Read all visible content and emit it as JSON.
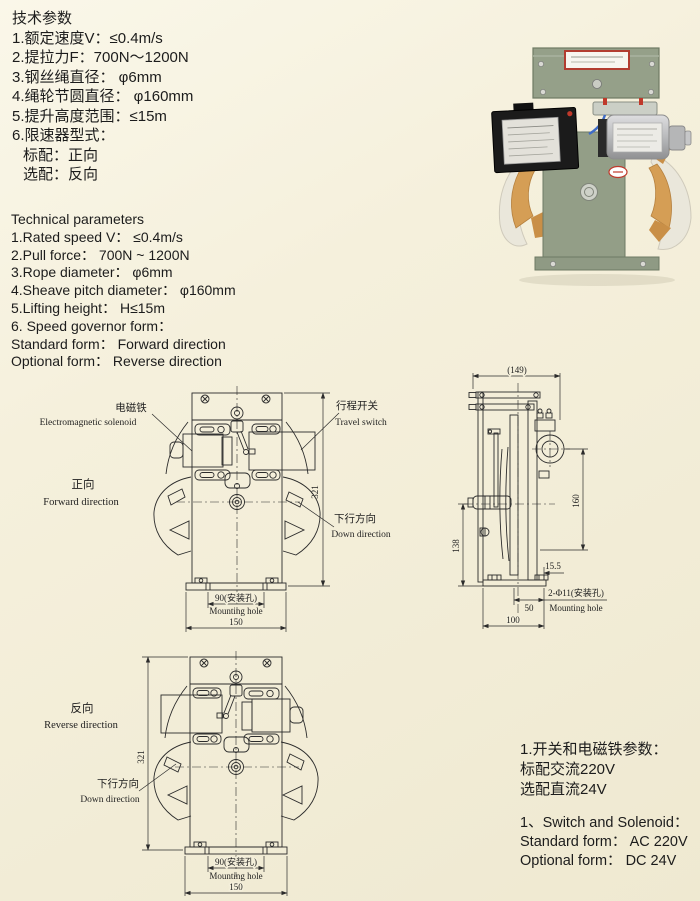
{
  "colors": {
    "page_bg": "#f5f0dc",
    "ink": "#1c1c1c",
    "line": "#2b2b2b",
    "machine_body": "#95a089",
    "machine_edge": "#6e7a64",
    "sheave_orange": "#d59e55",
    "label_red": "#c0392b"
  },
  "cn_params": {
    "title": "技术参数",
    "lines": [
      "1.额定速度V：≤0.4m/s",
      "2.提拉力F：700N～1200N",
      "3.钢丝绳直径： φ6mm",
      "4.绳轮节圆直径： φ160mm",
      "5.提升高度范围：≤15m",
      "6.限速器型式：",
      "标配：正向",
      "选配：反向"
    ]
  },
  "en_params": {
    "title": "Technical parameters",
    "lines": [
      "1.Rated speed V： ≤0.4m/s",
      "2.Pull force： 700N ~ 1200N",
      "3.Rope diameter： φ6mm",
      "4.Sheave pitch diameter： φ160mm",
      "5.Lifting height： H≤15m",
      "6. Speed governor form：",
      "Standard form： Forward direction",
      "Optional form： Reverse direction"
    ]
  },
  "forward_drawing": {
    "label_solenoid_cn": "电磁铁",
    "label_solenoid_en": "Electromagnetic solenoid",
    "label_travel_cn": "行程开关",
    "label_travel_en": "Travel switch",
    "label_dir_cn": "正向",
    "label_dir_en": "Forward direction",
    "label_down_cn": "下行方向",
    "label_down_en": "Down direction",
    "dim_height": "321",
    "dim_hole": "90(安装孔)",
    "dim_hole_en": "Mounting hole",
    "dim_width": "150"
  },
  "side_drawing": {
    "dim_depth": "(149)",
    "dim_160": "160",
    "dim_138": "138",
    "dim_15_5": "15.5",
    "dim_holes": "2-Φ11(安装孔)",
    "dim_holes_en": "Mounting hole",
    "dim_50": "50",
    "dim_100": "100"
  },
  "reverse_drawing": {
    "label_dir_cn": "反向",
    "label_dir_en": "Reverse direction",
    "label_down_cn": "下行方向",
    "label_down_en": "Down direction",
    "dim_height": "321",
    "dim_hole": "90(安装孔)",
    "dim_hole_en": "Mounting hole",
    "dim_width": "150"
  },
  "switch_params": {
    "cn_lines": [
      "1.开关和电磁铁参数：",
      "标配交流220V",
      "选配直流24V"
    ],
    "en_lines": [
      "1、Switch and Solenoid：",
      "Standard form： AC 220V",
      "Optional form： DC 24V"
    ]
  }
}
